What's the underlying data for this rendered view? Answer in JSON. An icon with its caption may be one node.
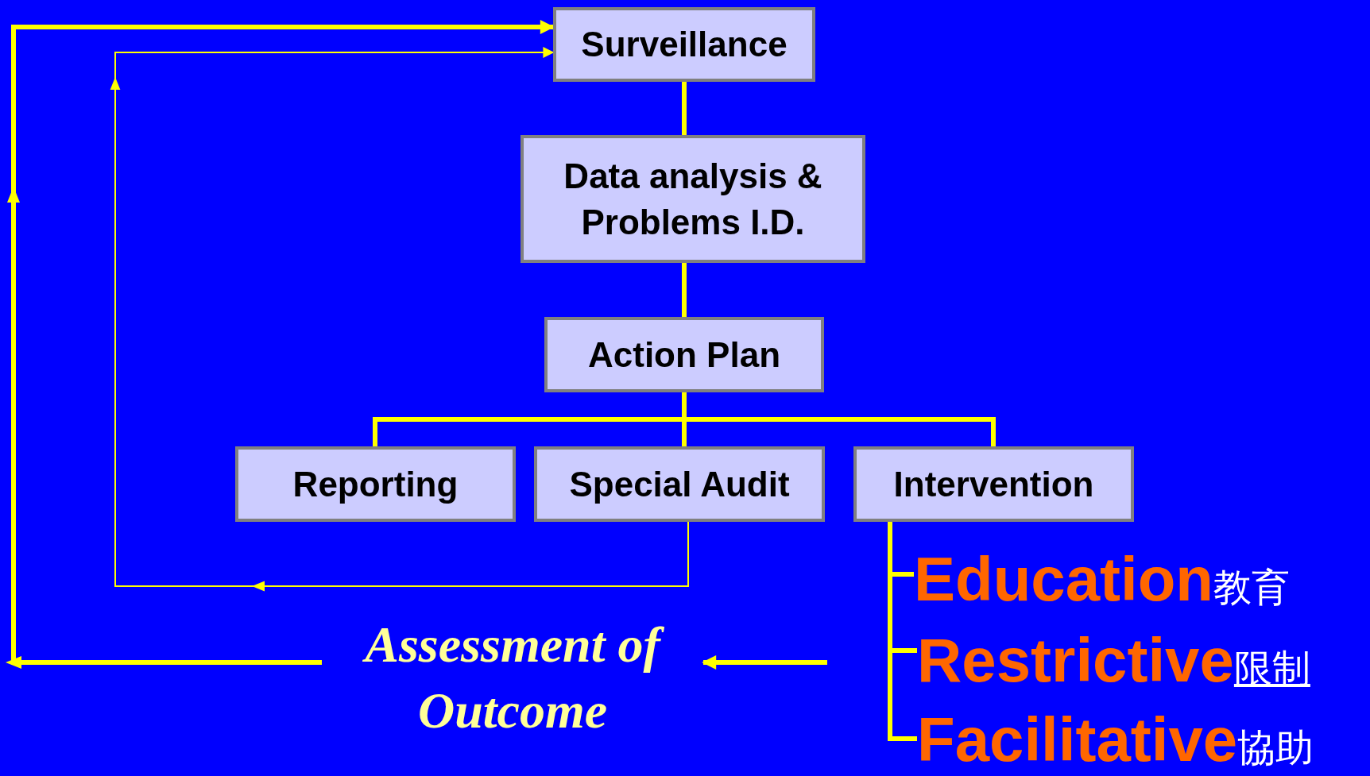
{
  "diagram": {
    "nodes": [
      {
        "text": [
          "Surveillance"
        ]
      },
      {
        "text": [
          "Data analysis & Problems I.D."
        ]
      },
      {
        "text": [
          "Action Plan"
        ]
      },
      {
        "text": [
          "Reporting"
        ]
      },
      {
        "text": [
          "Special Audit"
        ]
      },
      {
        "text": [
          "Intervention"
        ]
      },
      {
        "text": [
          "Assessment of Outcome"
        ]
      },
      {
        "text": [
          "Education",
          "教育"
        ]
      },
      {
        "text": [
          "Restrictive",
          "限制"
        ]
      },
      {
        "text": [
          "Facilitative",
          "協助"
        ]
      }
    ],
    "edges": [
      {
        "from": 0,
        "to": 1,
        "arrow": "none"
      },
      {
        "from": 1,
        "to": 2,
        "arrow": "none"
      },
      {
        "from": 2,
        "to": 3,
        "arrow": "none"
      },
      {
        "from": 2,
        "to": 4,
        "arrow": "none"
      },
      {
        "from": 2,
        "to": 5,
        "arrow": "none"
      },
      {
        "from": 4,
        "to": 0,
        "arrow": "to"
      },
      {
        "from": 6,
        "to": 0,
        "arrow": "to"
      },
      {
        "from": null,
        "to": 6,
        "arrow": "to"
      },
      {
        "from": 5,
        "to": 7,
        "arrow": "none"
      },
      {
        "from": 5,
        "to": 8,
        "arrow": "none"
      },
      {
        "from": 5,
        "to": 9,
        "arrow": "none"
      }
    ]
  }
}
